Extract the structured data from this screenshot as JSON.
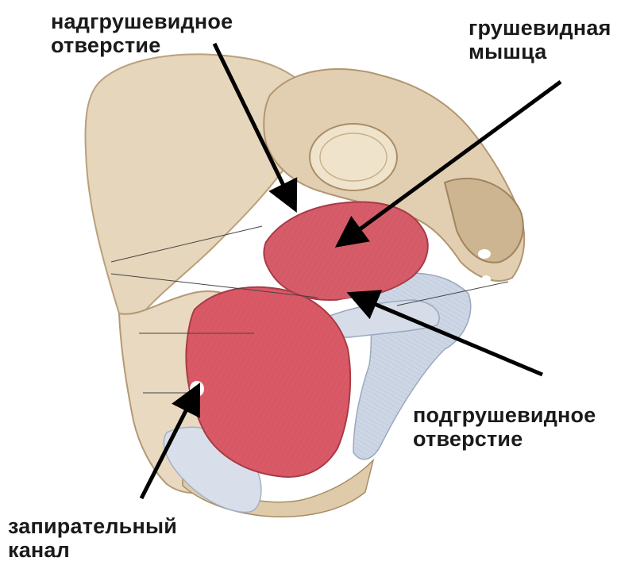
{
  "labels": {
    "suprapiriform_foramen": {
      "line1": "надгрушевидное",
      "line2": "отверстие"
    },
    "piriformis_muscle": {
      "line1": "грушевидная",
      "line2": "мышца"
    },
    "infrapiriform_foramen": {
      "line1": "подгрушевидное",
      "line2": "отверстие"
    },
    "obturator_canal": {
      "line1": "запирательный",
      "line2": "канал"
    }
  },
  "colors": {
    "background": "#ffffff",
    "bone": "#e6d6bc",
    "bone_shadow": "#c9b28e",
    "muscle": "#d95a66",
    "muscle_dark": "#b83c4a",
    "ligament": "#cdd6e4",
    "arrow": "#000000",
    "text": "#1a1a1a"
  },
  "icons": [
    "pointer-arrow"
  ]
}
